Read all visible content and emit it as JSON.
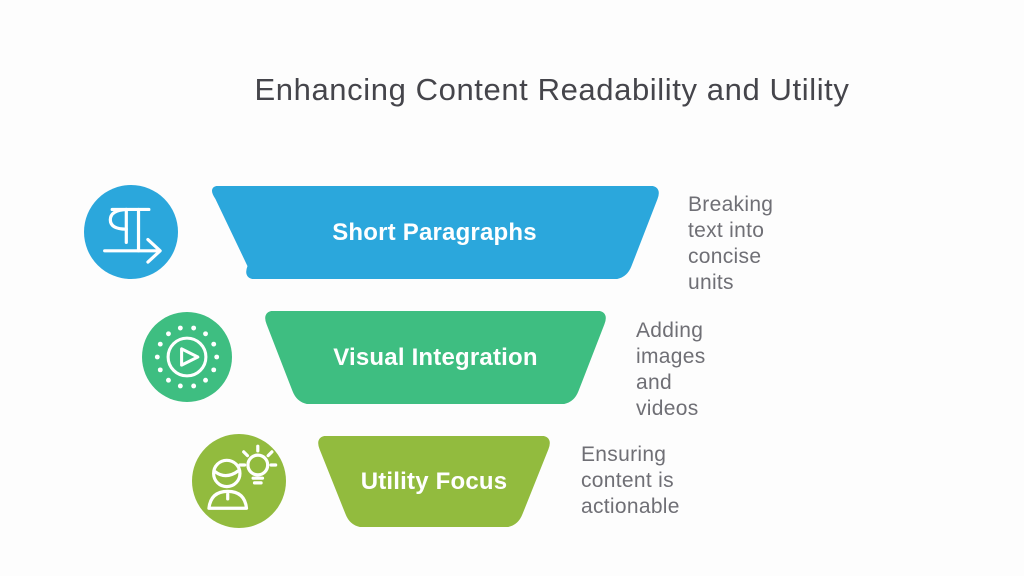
{
  "title": "Enhancing Content Readability and Utility",
  "colors": {
    "background": "#fdfdfd",
    "title_text": "#45454b",
    "description_text": "#6f6f75",
    "banner_label_text": "#ffffff",
    "blue": "#2ba7dc",
    "green": "#3ebe81",
    "olive": "#92bb3e"
  },
  "rows": [
    {
      "label": "Short Paragraphs",
      "description": "Breaking text into\nconcise units",
      "color": "#2ba7dc",
      "icon": "pilcrow-arrow-icon"
    },
    {
      "label": "Visual Integration",
      "description": "Adding images and\nvideos",
      "color": "#3ebe81",
      "icon": "play-video-icon"
    },
    {
      "label": "Utility Focus",
      "description": "Ensuring content is\nactionable",
      "color": "#92bb3e",
      "icon": "person-idea-icon"
    }
  ]
}
